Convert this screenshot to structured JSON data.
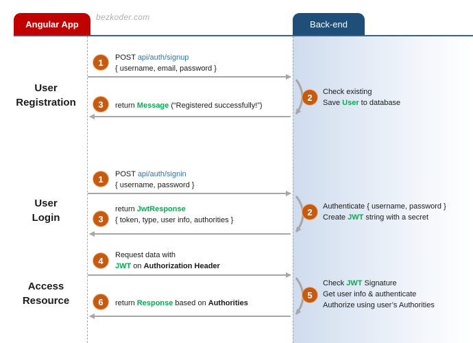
{
  "lanes": {
    "client": "Angular App",
    "server": "Back-end"
  },
  "watermark": "bezkoder.com",
  "sections": {
    "registration": [
      "User",
      "Registration"
    ],
    "login": [
      "User",
      "Login"
    ],
    "resource": [
      "Access",
      "Resource"
    ]
  },
  "registration": {
    "step1": {
      "num": "1",
      "method": "POST ",
      "path": "api/auth/signup",
      "body": "{ username, email, password }"
    },
    "step2": {
      "num": "2",
      "line1": "Check existing",
      "pre": "Save ",
      "hl": "User",
      "post": " to database"
    },
    "step3": {
      "num": "3",
      "pre": "return ",
      "hl": "Message",
      "post": " (“Registered successfully!”)"
    }
  },
  "login": {
    "step1": {
      "num": "1",
      "method": "POST ",
      "path": "api/auth/signin",
      "body": "{ username, password }"
    },
    "step2": {
      "num": "2",
      "line1": "Authenticate { username, password }",
      "pre": "Create ",
      "hl": "JWT",
      "post": " string with a secret"
    },
    "step3": {
      "num": "3",
      "pre": "return ",
      "hl": "JwtResponse",
      "body": "{ token, type, user info, authorities }"
    }
  },
  "resource": {
    "step4": {
      "num": "4",
      "line1": "Request  data with",
      "hl": "JWT",
      "mid": " on ",
      "bold": "Authorization Header"
    },
    "step5": {
      "num": "5",
      "pre": "Check ",
      "hl": "JWT",
      "post": " Signature",
      "line2": "Get user info & authenticate",
      "line3": "Authorize using user’s Authorities"
    },
    "step6": {
      "num": "6",
      "pre": "return ",
      "hl": "Response",
      "mid": " based on ",
      "bold": "Authorities"
    }
  },
  "colors": {
    "client_tab": "#c00000",
    "server_tab": "#1f4e79",
    "badge": "#c55a11",
    "highlight_green": "#00b050",
    "path_blue": "#2e75b6",
    "arrow": "#a6a6a6"
  }
}
